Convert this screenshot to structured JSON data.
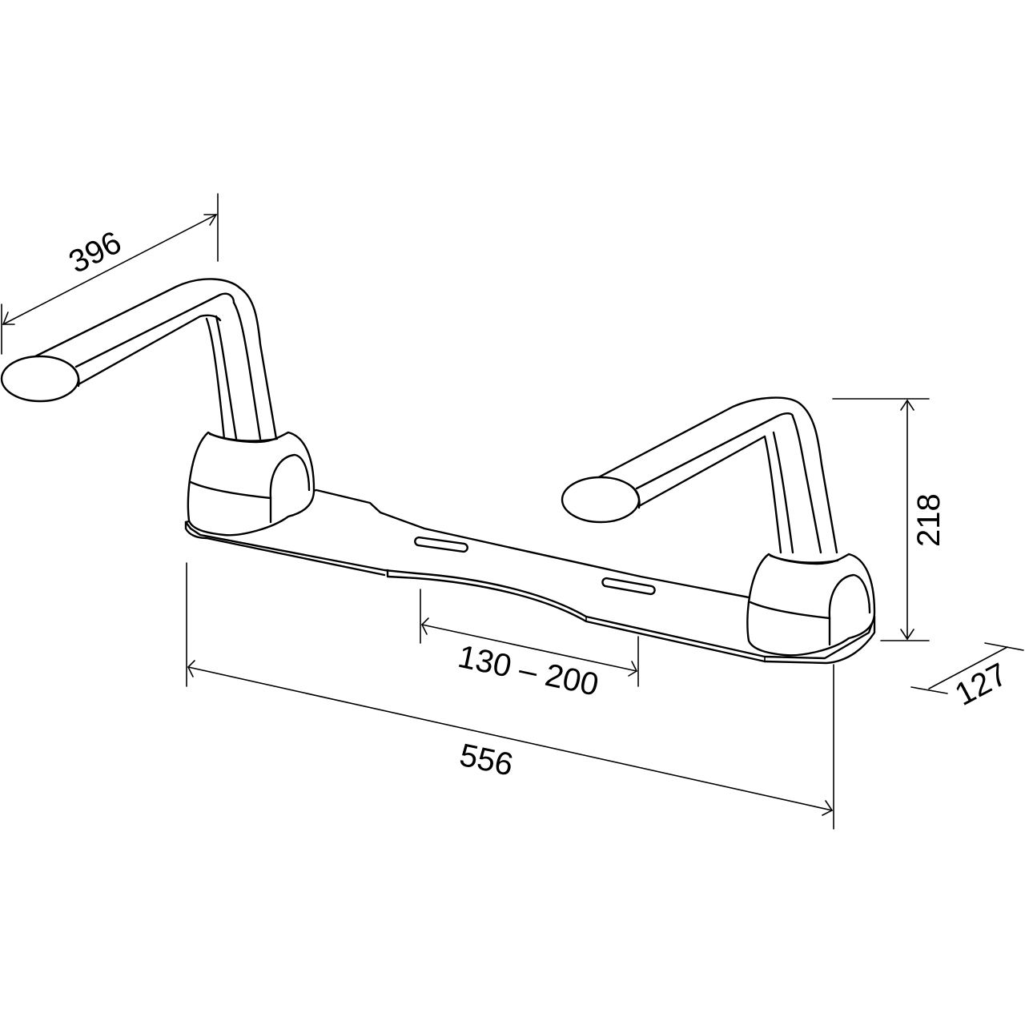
{
  "diagram": {
    "subject": "double swing-arm bath grab rail with base plate",
    "stroke_color": "#000000",
    "background_color": "#ffffff",
    "dimensions": {
      "arm_length": "396",
      "height": "218",
      "depth": "127",
      "adjustable_span": "130 – 200",
      "overall_width": "556"
    }
  }
}
